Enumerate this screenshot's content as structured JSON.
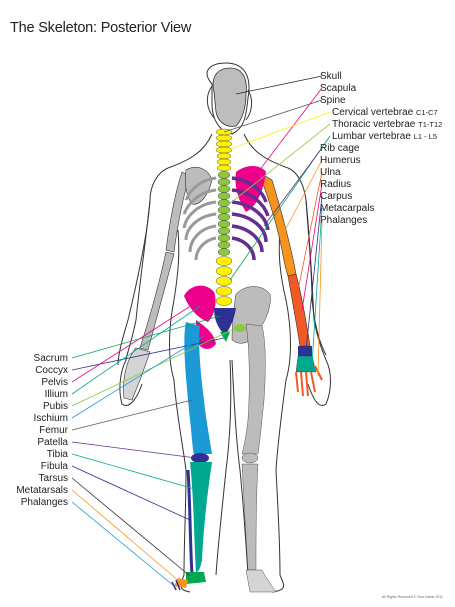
{
  "title": "The Skeleton: Posterior View",
  "credit": "All Rights Reserved © Your Name 2011",
  "colors": {
    "skull": "#bdbdbd",
    "cervical": "#fff200",
    "thoracic": "#8dc63f",
    "lumbar": "#00a651",
    "scapula": "#ec008c",
    "ribs": "#662d91",
    "humerus": "#f7941d",
    "radius_ulna": "#f15a24",
    "hand": "#2e3192",
    "pelvis": "#ec008c",
    "sacrum": "#2e3192",
    "femur": "#1c9ad6",
    "tibia": "#00a88f",
    "fibula": "#2e3192",
    "bone_grey": "#bcbcbc"
  },
  "labels_right": [
    {
      "id": "skull",
      "text": "Skull",
      "range": ""
    },
    {
      "id": "scapula",
      "text": "Scapula",
      "range": ""
    },
    {
      "id": "spine",
      "text": "Spine",
      "range": ""
    },
    {
      "id": "cervical",
      "text": "Cervical vertebrae",
      "range": "C1-C7"
    },
    {
      "id": "thoracic",
      "text": "Thoracic vertebrae",
      "range": "T1-T12"
    },
    {
      "id": "lumbar",
      "text": "Lumbar vertebrae",
      "range": "L1 - L5"
    },
    {
      "id": "ribcage",
      "text": "Rib cage",
      "range": ""
    },
    {
      "id": "humerus",
      "text": "Humerus",
      "range": ""
    },
    {
      "id": "ulna",
      "text": "Ulna",
      "range": ""
    },
    {
      "id": "radius",
      "text": "Radius",
      "range": ""
    },
    {
      "id": "carpus",
      "text": "Carpus",
      "range": ""
    },
    {
      "id": "metacarpals",
      "text": "Metacarpals",
      "range": ""
    },
    {
      "id": "phalanges-hand",
      "text": "Phalanges",
      "range": ""
    }
  ],
  "labels_left": [
    {
      "id": "sacrum",
      "text": "Sacrum"
    },
    {
      "id": "coccyx",
      "text": "Coccyx"
    },
    {
      "id": "pelvis",
      "text": "Pelvis"
    },
    {
      "id": "illium",
      "text": "Illium"
    },
    {
      "id": "pubis",
      "text": "Pubis"
    },
    {
      "id": "ischium",
      "text": "Ischium"
    },
    {
      "id": "femur",
      "text": "Femur"
    },
    {
      "id": "patella",
      "text": "Patella"
    },
    {
      "id": "tibia",
      "text": "Tibia"
    },
    {
      "id": "fibula",
      "text": "Fibula"
    },
    {
      "id": "tarsus",
      "text": "Tarsus"
    },
    {
      "id": "metatarsals",
      "text": "Metatarsals"
    },
    {
      "id": "phalanges-foot",
      "text": "Phalanges"
    }
  ]
}
